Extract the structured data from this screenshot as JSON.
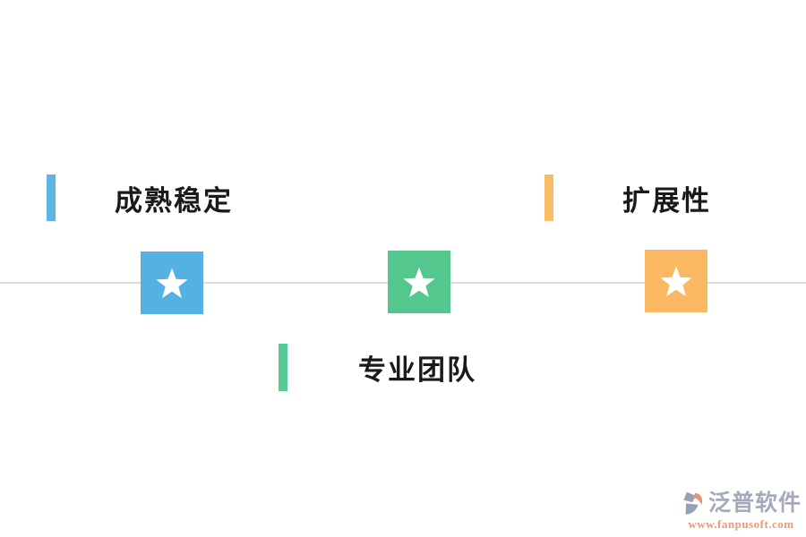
{
  "features": [
    {
      "label": "成熟稳定",
      "bar_color": "#5db4e5"
    },
    {
      "label": "扩展性",
      "bar_color": "#f9bd66"
    },
    {
      "label": "专业团队",
      "bar_color": "#57cb94"
    }
  ],
  "milestones": [
    {
      "icon": "star-icon",
      "tile_color": "#55b1e1"
    },
    {
      "icon": "star-icon",
      "tile_color": "#53c78e"
    },
    {
      "icon": "star-icon",
      "tile_color": "#f9b861"
    }
  ],
  "divider_color": "#dcdcdc",
  "star_color": "#ffffff",
  "text_color": "#1a1a1a",
  "watermark": {
    "brand": "泛普软件",
    "url": "www.fanpusoft.com",
    "brand_color": "#a3aabc",
    "url_color": "#e89b78",
    "logo_gray": "#97a0b4",
    "logo_orange": "#e8936e"
  }
}
